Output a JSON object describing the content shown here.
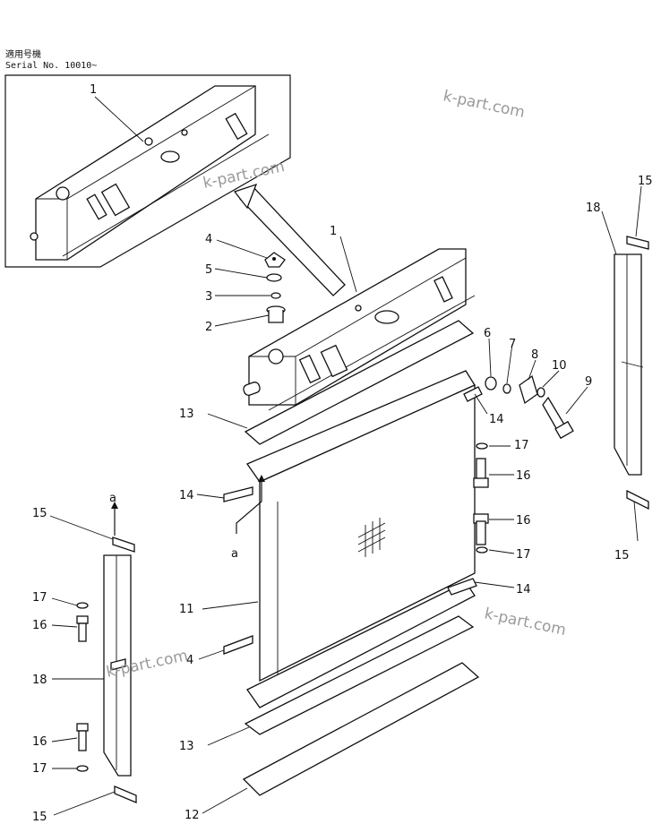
{
  "header": {
    "line1": "適用号機",
    "line2": "Serial No. 10010~"
  },
  "watermarks": [
    "k-part.com",
    "k-part.com",
    "k-part.com",
    "k-part.com"
  ],
  "callouts": {
    "c1_inset": "1",
    "c1_main": "1",
    "c2": "2",
    "c3": "3",
    "c4_cap": "4",
    "c4_bottom": "4",
    "c5": "5",
    "c6": "6",
    "c7": "7",
    "c8": "8",
    "c9": "9",
    "c10": "10",
    "c11": "11",
    "c12": "12",
    "c13_top": "13",
    "c13_bottom": "13",
    "c14_left": "14",
    "c14_upper_right": "14",
    "c14_lower_right": "14",
    "c15_right_top": "15",
    "c15_right_bottom": "15",
    "c15_left_top": "15",
    "c15_left_bottom": "15",
    "c16_upper": "16",
    "c16_lower": "16",
    "c16_left_upper": "16",
    "c16_left_lower": "16",
    "c17_upper": "17",
    "c17_lower": "17",
    "c17_left_upper": "17",
    "c17_left_lower": "17",
    "c18_right": "18",
    "c18_left": "18",
    "a_top": "a",
    "a_mid": "a"
  }
}
